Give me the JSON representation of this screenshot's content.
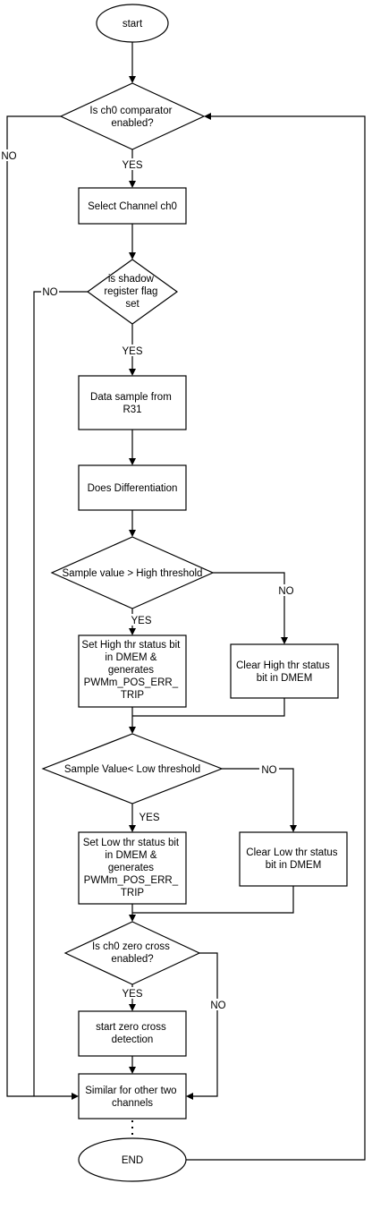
{
  "nodes": {
    "start": "start",
    "q_ch0_comp": [
      "Is ch0 comparator",
      "enabled?"
    ],
    "select_ch0": "Select Channel ch0",
    "q_shadow": [
      "is shadow",
      "register flag",
      "set"
    ],
    "data_sample": [
      "Data sample from",
      "R31"
    ],
    "differentiation": "Does Differentiation",
    "q_high": "Sample value > High threshold",
    "set_high": [
      "Set High thr status bit",
      "in DMEM &",
      "generates",
      "PWMm_POS_ERR_",
      "TRIP"
    ],
    "clear_high": [
      "Clear High thr status",
      "bit in DMEM"
    ],
    "q_low": "Sample Value< Low threshold",
    "set_low": [
      "Set Low thr status bit",
      "in DMEM &",
      "generates",
      "PWMm_POS_ERR_",
      "TRIP"
    ],
    "clear_low": [
      "Clear Low thr status",
      "bit in DMEM"
    ],
    "q_zero": [
      "Is ch0 zero cross",
      "enabled?"
    ],
    "zero_detect": [
      "start zero cross",
      "detection"
    ],
    "similar": [
      "Similar for other two",
      "channels"
    ],
    "end": "END"
  },
  "edge_labels": {
    "yes": "YES",
    "no": "NO"
  }
}
